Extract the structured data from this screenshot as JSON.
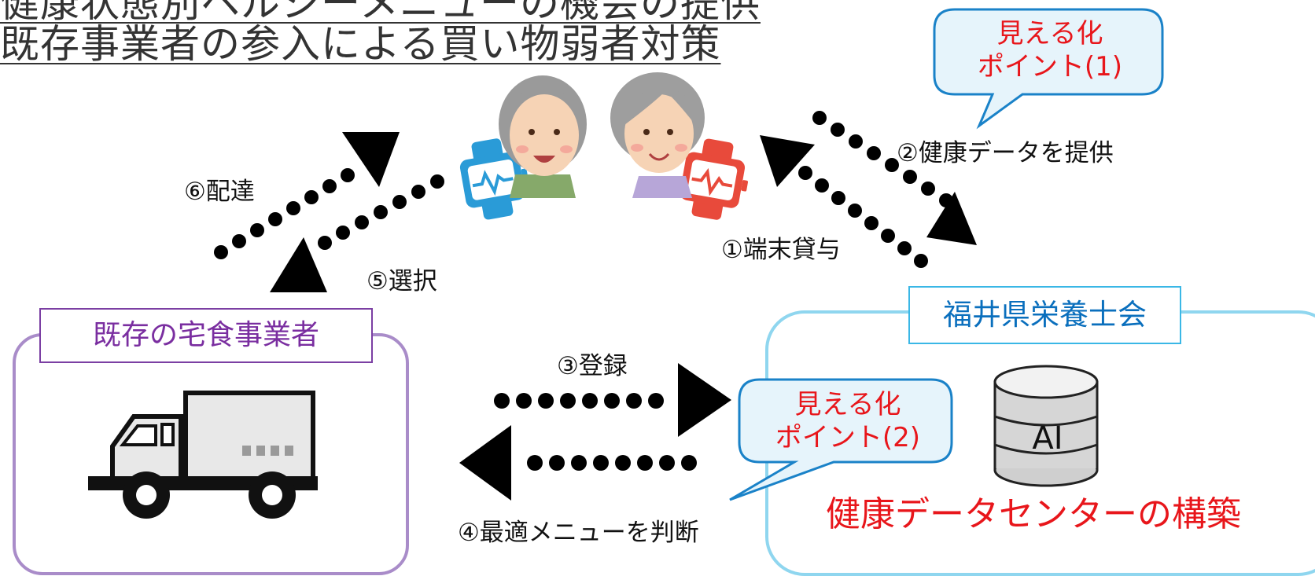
{
  "title": {
    "line1": "健康状態別ヘルシーメニューの機会の提供",
    "line2": "既存事業者の参入による買い物弱者対策"
  },
  "bubbles": {
    "point1": {
      "line1": "見える化",
      "line2": "ポイント(1)"
    },
    "point2": {
      "line1": "見える化",
      "line2": "ポイント(2)"
    }
  },
  "steps": {
    "s1": "①端末貸与",
    "s2": "②健康データを提供",
    "s3": "③登録",
    "s4": "④最適メニューを判断",
    "s5": "⑤選択",
    "s6": "⑥配達"
  },
  "left_box": {
    "tag": "既存の宅食事業者"
  },
  "right_box": {
    "tag": "福井県栄養士会",
    "ai": "AI",
    "caption": "健康データセンターの構築"
  },
  "colors": {
    "highlight_red": "#e8161b",
    "purple": "#7a2ea0",
    "light_blue": "#3ab7e6",
    "watch_blue": "#2a9bd7",
    "watch_red": "#e84a3b"
  }
}
